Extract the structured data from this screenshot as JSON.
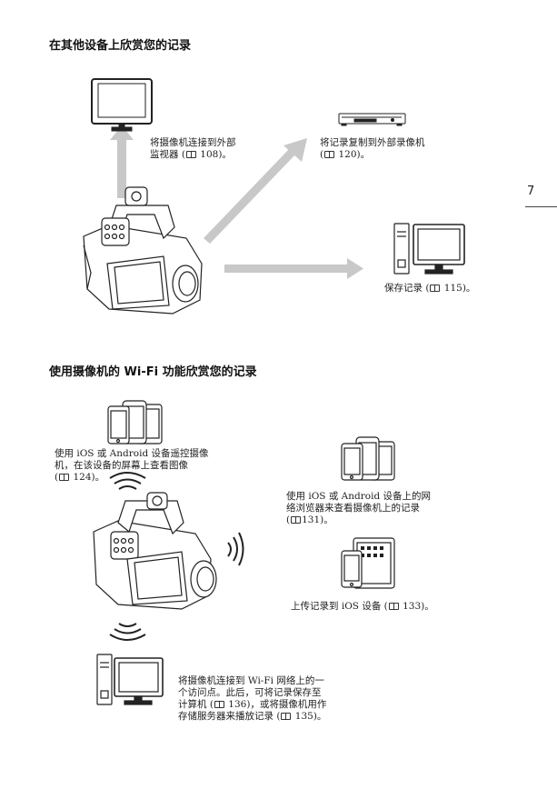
{
  "page_number": "7",
  "section1": {
    "title": "在其他设备上欣赏您的记录",
    "monitor_caption": {
      "line1": "将摄像机连接到外部",
      "line2_pre": "监视器 (",
      "line2_ref": "108",
      "line2_post": ")。"
    },
    "recorder_caption": {
      "line1": "将记录复制到外部录像机",
      "line2_pre": "(",
      "line2_ref": "120",
      "line2_post": ")。"
    },
    "computer_caption": {
      "pre": "保存记录 (",
      "ref": "115",
      "post": ")。"
    }
  },
  "section2": {
    "title": "使用摄像机的 Wi-Fi 功能欣赏您的记录",
    "remote_caption": {
      "line1": "使用 iOS 或 Android 设备遥控摄像",
      "line2": "机，在该设备的屏幕上查看图像",
      "line3_pre": "(",
      "line3_ref": "124",
      "line3_post": ")。"
    },
    "browser_caption": {
      "line1": "使用 iOS 或 Android 设备上的网",
      "line2": "络浏览器来查看摄像机上的记录",
      "line3_pre": "(",
      "line3_ref": "131",
      "line3_post": ")。"
    },
    "upload_caption": {
      "pre": "上传记录到 iOS 设备 (",
      "ref": "133",
      "post": ")。"
    },
    "access_point_caption": {
      "line1": "将摄像机连接到 Wi-Fi 网络上的一",
      "line2": "个访问点。此后，可将记录保存至",
      "line3_pre": "计算机 (",
      "line3_ref": "136",
      "line3_mid": ")，或将摄像机用作",
      "line4_pre": "存储服务器来播放记录 (",
      "line4_ref": "135",
      "line4_post": ")。"
    }
  },
  "colors": {
    "arrow": "#c8c8c8",
    "ink": "#222222"
  }
}
